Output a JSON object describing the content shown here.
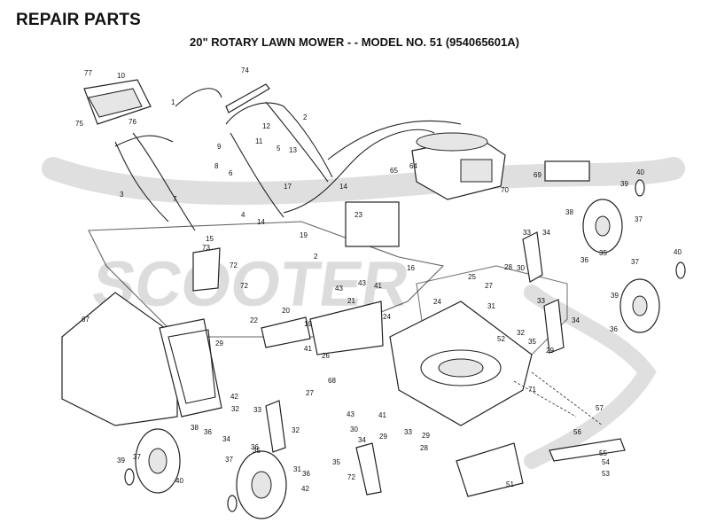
{
  "header": {
    "title": "REPAIR PARTS",
    "subtitle": "20\" ROTARY LAWN MOWER - - MODEL NO. 51 (954065601A)"
  },
  "watermark": {
    "text": "SCOOTER",
    "color": "#d9d9d9"
  },
  "callouts": [
    "77",
    "10",
    "75",
    "76",
    "74",
    "1",
    "2",
    "12",
    "11",
    "5",
    "13",
    "9",
    "8",
    "6",
    "4",
    "3",
    "7",
    "17",
    "14",
    "14",
    "15",
    "65",
    "64",
    "70",
    "69",
    "40",
    "39",
    "38",
    "37",
    "23",
    "73",
    "72",
    "72",
    "19",
    "2",
    "43",
    "41",
    "16",
    "43",
    "25",
    "28",
    "27",
    "33",
    "34",
    "36",
    "35",
    "37",
    "40",
    "67",
    "22",
    "20",
    "21",
    "19",
    "41",
    "24",
    "26",
    "24",
    "31",
    "32",
    "33",
    "34",
    "39",
    "36",
    "35",
    "30",
    "29",
    "68",
    "27",
    "29",
    "71",
    "52",
    "42",
    "33",
    "32",
    "34",
    "36",
    "35",
    "37",
    "40",
    "39",
    "37",
    "38",
    "36",
    "32",
    "31",
    "43",
    "30",
    "41",
    "29",
    "33",
    "34",
    "35",
    "36",
    "42",
    "72",
    "29",
    "28",
    "57",
    "56",
    "55",
    "54",
    "53",
    "51"
  ]
}
